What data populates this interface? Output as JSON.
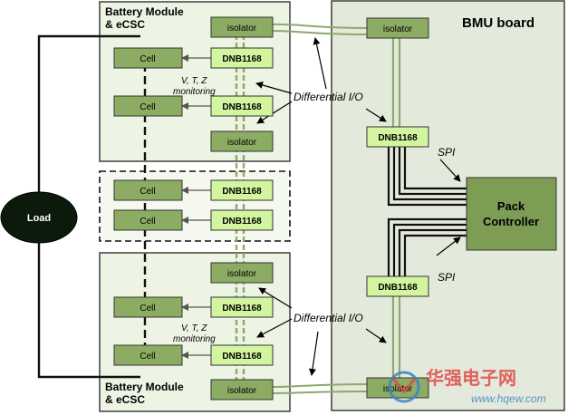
{
  "title": "",
  "bmu_board": {
    "title": "BMU board",
    "top_isolator": "isolator",
    "bottom_isolator": "isolator",
    "top_dnb": "DNB1168",
    "bottom_dnb": "DNB1168",
    "pack_controller_line1": "Pack",
    "pack_controller_line2": "Controller",
    "spi_top": "SPI",
    "spi_bottom": "SPI"
  },
  "top_module": {
    "title_line1": "Battery Module",
    "title_line2": "& eCSC",
    "isolator_top": "isolator",
    "isolator_bottom": "isolator",
    "cell_1": "Cell",
    "cell_2": "Cell",
    "dnb_1": "DNB1168",
    "dnb_2": "DNB1168",
    "monitor_line1": "V, T, Z",
    "monitor_line2": "monitoring"
  },
  "middle_module": {
    "cell_1": "Cell",
    "cell_2": "Cell",
    "dnb_1": "DNB1168",
    "dnb_2": "DNB1168"
  },
  "bottom_module": {
    "title_line1": "Battery Module",
    "title_line2": "& eCSC",
    "isolator_top": "isolator",
    "isolator_bottom": "isolator",
    "cell_1": "Cell",
    "cell_2": "Cell",
    "dnb_1": "DNB1168",
    "dnb_2": "DNB1168",
    "monitor_line1": "V, T, Z",
    "monitor_line2": "monitoring"
  },
  "load": "Load",
  "differential_io_top": "Differential I/O",
  "differential_io_bottom": "Differential I/O",
  "watermark": {
    "cn": "华强电子网",
    "url": "www.hqew.com"
  },
  "colors": {
    "module_bg": "#eef4e3",
    "bmu_bg": "#e4eadb",
    "dark_green": "#8cac63",
    "light_green": "#d3f59f",
    "pack_green": "#7d9c54",
    "load_fill": "#0c1a0c",
    "wire_green": "#8ea86d",
    "watermark_red": "#e0484a",
    "watermark_blue": "#3a83c8"
  }
}
